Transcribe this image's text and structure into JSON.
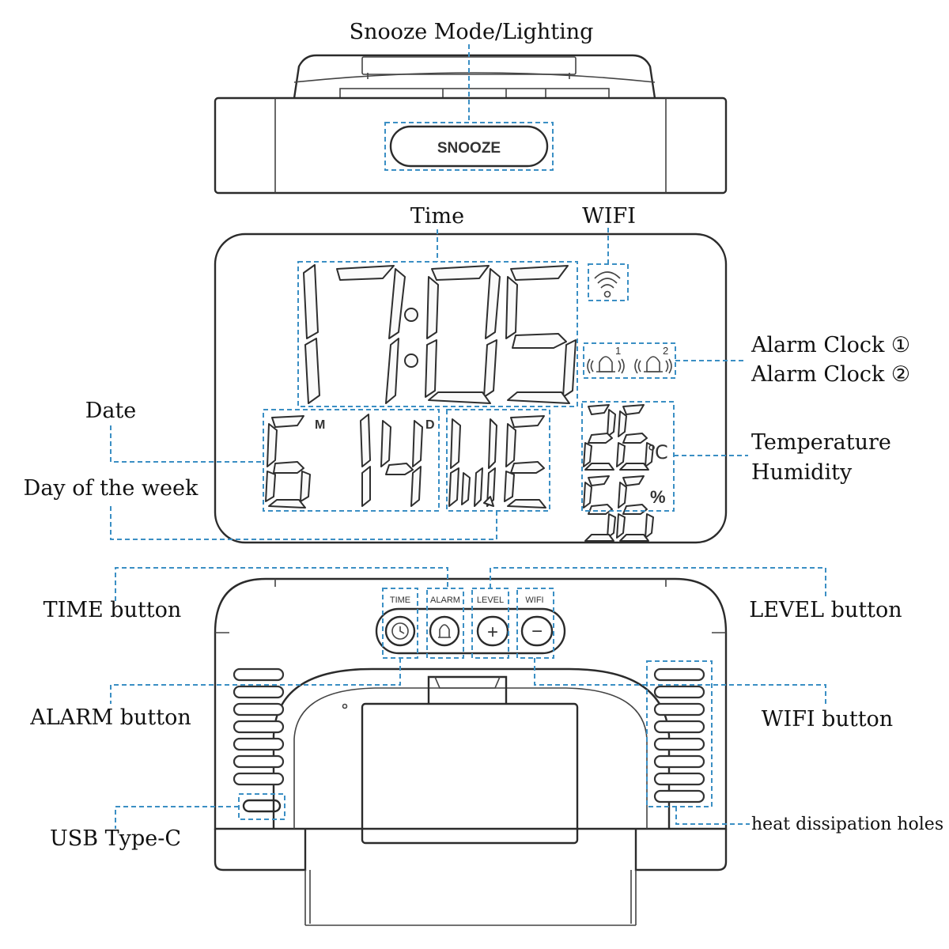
{
  "labels": {
    "snooze_mode": "Snooze Mode/Lighting",
    "time": "Time",
    "wifi": "WIFI",
    "alarm1": "Alarm Clock ①",
    "alarm2": "Alarm Clock ②",
    "date": "Date",
    "temperature": "Temperature",
    "humidity": "Humidity",
    "day_of_week": "Day of the week",
    "time_button": "TIME button",
    "level_button": "LEVEL button",
    "alarm_button": "ALARM button",
    "wifi_button": "WIFI button",
    "usb": "USB Type-C",
    "heat": "heat dissipation holes"
  },
  "device": {
    "snooze_button": "SNOOZE",
    "display": {
      "time": "17:05",
      "month": "6",
      "day": "14",
      "weekday": "WE",
      "temperature": "26",
      "humidity": "56",
      "month_marker": "M",
      "day_marker": "D",
      "temp_unit": "℃",
      "humidity_unit": "%",
      "alarm1_index": "1",
      "alarm2_index": "2"
    },
    "buttons": {
      "time": "TIME",
      "alarm": "ALARM",
      "level": "LEVEL",
      "wifi": "WIFI",
      "plus": "+",
      "minus": "−"
    }
  },
  "colors": {
    "annotation": "#3b8fc4",
    "outline": "#2b2b2b",
    "background": "#ffffff"
  }
}
